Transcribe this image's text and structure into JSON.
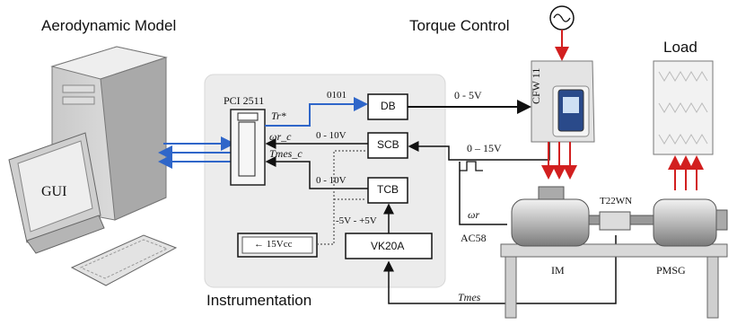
{
  "titles": {
    "aero": "Aerodynamic Model",
    "torque": "Torque Control",
    "load": "Load",
    "instrumentation": "Instrumentation"
  },
  "pc": {
    "screen": "GUI"
  },
  "instr": {
    "pci": "PCI 2511",
    "tr": "Tr*",
    "wr": "ωr_c",
    "tmes_c": "Tmes_c",
    "bits": "0101",
    "v10a": "0 - 10V",
    "v10b": "0 - 10V",
    "v5": "-5V - +5V",
    "supply": "← 15Vcc",
    "db": "DB",
    "scb": "SCB",
    "tcb": "TCB",
    "vk": "VK20A"
  },
  "signals": {
    "v5out": "0 - 5V",
    "v15": "0 – 15V",
    "wr": "ωr",
    "ac58": "AC58",
    "tmes": "Tmes"
  },
  "drive": {
    "name": "CFW 11"
  },
  "machines": {
    "im": "IM",
    "sensor": "T22WN",
    "pmsg": "PMSG"
  },
  "colors": {
    "blue": "#2f66c9",
    "red": "#d21f1f",
    "panel": "#ececec",
    "dark": "#222222"
  }
}
